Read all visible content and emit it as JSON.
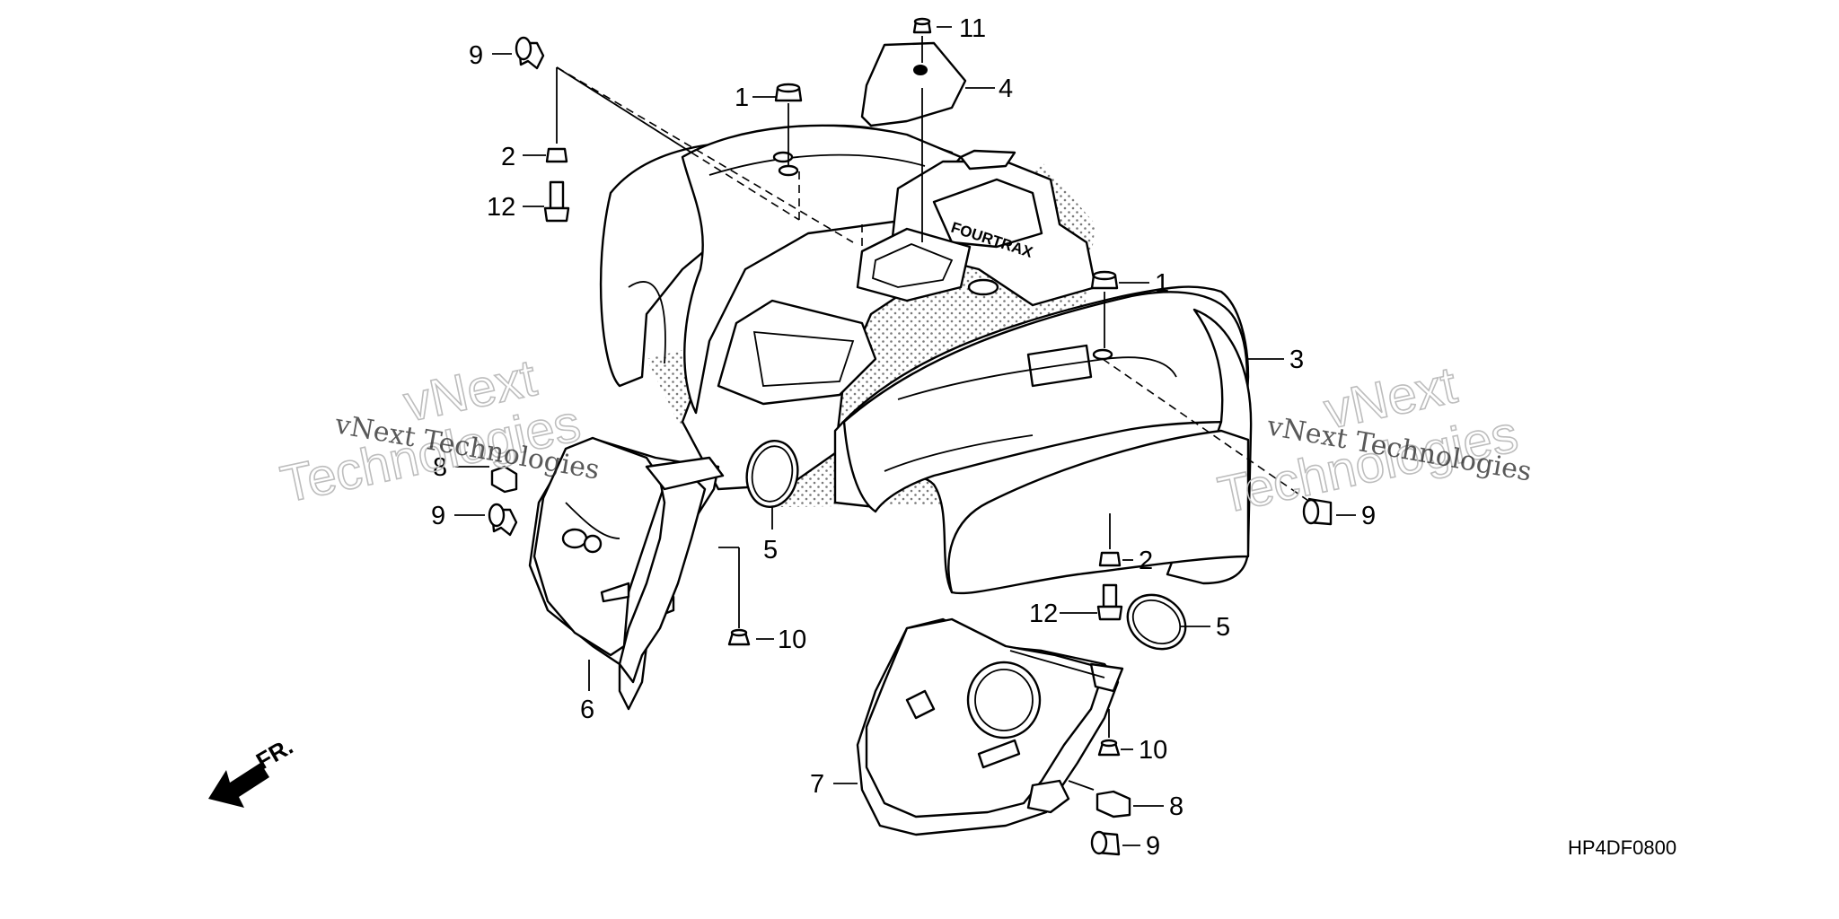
{
  "callouts": {
    "c1": "9",
    "c2": "2",
    "c3": "12",
    "c4": "1",
    "c5": "11",
    "c6": "4",
    "c7": "1",
    "c8": "3",
    "c9": "8",
    "c10": "9",
    "c11": "5",
    "c12": "10",
    "c13": "6",
    "c14": "9",
    "c15": "2",
    "c16": "12",
    "c17": "5",
    "c18": "10",
    "c19": "7",
    "c20": "8",
    "c21": "9"
  },
  "watermark": {
    "line1": "vNext",
    "line2": "Technologies",
    "full": "vNext Technologies"
  },
  "emblem": "FOURTRAX",
  "direction": "FR.",
  "diagram_code": "HP4DF0800"
}
